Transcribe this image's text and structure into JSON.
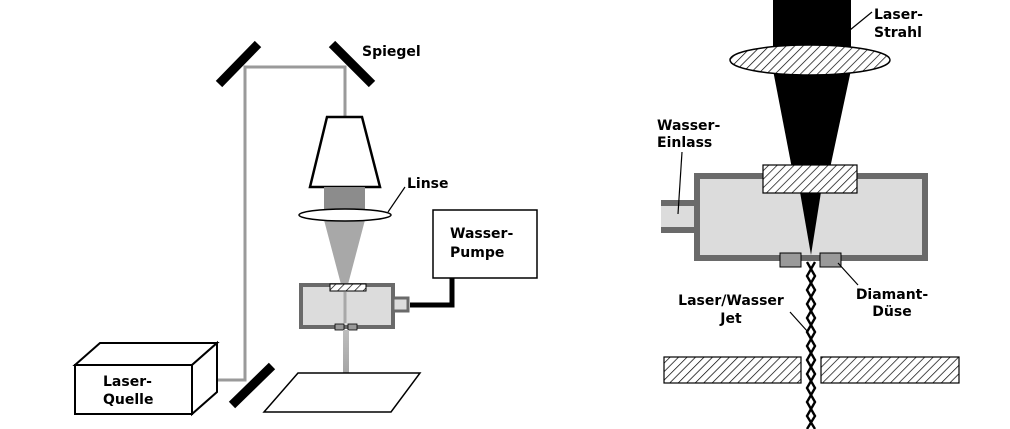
{
  "left_diagram": {
    "laser_source": [
      "Laser-",
      "Quelle"
    ],
    "mirror": "Spiegel",
    "lens": "Linse",
    "water_pump": [
      "Wasser-",
      "Pumpe"
    ]
  },
  "right_diagram": {
    "laser_beam": [
      "Laser-",
      "Strahl"
    ],
    "water_inlet": [
      "Wasser-",
      "Einlass"
    ],
    "laser_water_jet": [
      "Laser/Wasser",
      "Jet"
    ],
    "diamond_nozzle": [
      "Diamant-",
      "Düse"
    ]
  }
}
